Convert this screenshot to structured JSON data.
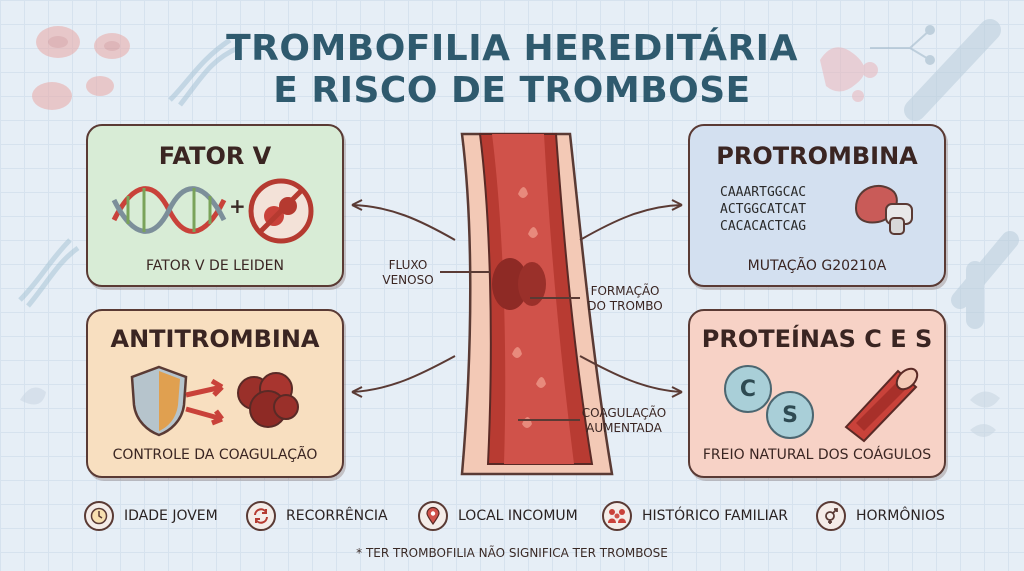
{
  "title": {
    "line1": "TROMBOFILIA HEREDITÁRIA",
    "line2": "E RISCO DE TROMBOSE"
  },
  "cards": {
    "fator_v": {
      "title": "FATOR V",
      "caption": "FATOR V DE LEIDEN",
      "plus": "+"
    },
    "protrombina": {
      "title": "PROTROMBINA",
      "sequence": [
        "CAAARTGGCAC",
        "ACTGGCATCAT",
        "CACACACTCAG"
      ],
      "caption": "MUTAÇÃO G20210A"
    },
    "antitrombina": {
      "title": "ANTITROMBINA",
      "caption": "CONTROLE DA COAGULAÇÃO"
    },
    "proteinas": {
      "title": "PROTEÍNAS C E S",
      "caption": "FREIO NATURAL DOS COÁGULOS",
      "c_letter": "C",
      "s_letter": "S"
    }
  },
  "vein_labels": {
    "fluxo": [
      "FLUXO",
      "VENOSO"
    ],
    "formacao": [
      "FORMAÇÃO",
      "DO TROMBO"
    ],
    "coagulacao": [
      "COAGULAÇÃO",
      "AUMENTADA"
    ]
  },
  "risk_factors": [
    {
      "label": "IDADE JOVEM",
      "icon": "clock-icon"
    },
    {
      "label": "RECORRÊNCIA",
      "icon": "recurrence-icon"
    },
    {
      "label": "LOCAL INCOMUM",
      "icon": "location-pin-icon"
    },
    {
      "label": "HISTÓRICO FAMILIAR",
      "icon": "family-icon"
    },
    {
      "label": "HORMÔNIOS",
      "icon": "gender-icon"
    }
  ],
  "footnote": "* TER TROMBOFILIA NÃO SIGNIFICA TER TROMBOSE",
  "colors": {
    "title": "#2f5a6e",
    "fator_v_bg": "#d8ecd6",
    "protrombina_bg": "#d3e0f0",
    "antitrombina_bg": "#f8dfc0",
    "proteinas_bg": "#f7d2c6",
    "blood": "#b53a30"
  }
}
